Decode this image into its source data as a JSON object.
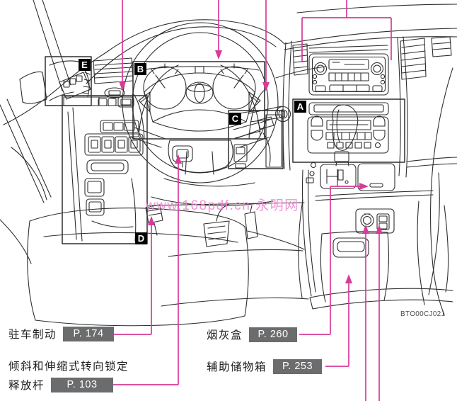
{
  "page": {
    "type": "owner-manual-illustration",
    "figure_code": "BTO00CJ021",
    "watermark": "www.168pdf.cn 永明网"
  },
  "markers": {
    "a": "A",
    "b": "B",
    "c": "C",
    "d": "D",
    "e": "E"
  },
  "callouts": {
    "parking_brake": {
      "label": "驻车制动",
      "page": "P. 174"
    },
    "steering_lock": {
      "label_line1": "倾斜和伸缩式转向锁定",
      "label_line2": "释放杆",
      "page": "P. 103"
    },
    "ashtray": {
      "label": "烟灰盒",
      "page": "P. 260"
    },
    "aux_box": {
      "label": "辅助储物箱",
      "page": "P. 253"
    }
  },
  "colors": {
    "callout_line": "#d83a98",
    "badge_bg": "#6b6c6e",
    "marker_bg": "#000000",
    "inset_fill": "#e6e6e7",
    "watermark": "#ee85d0"
  }
}
